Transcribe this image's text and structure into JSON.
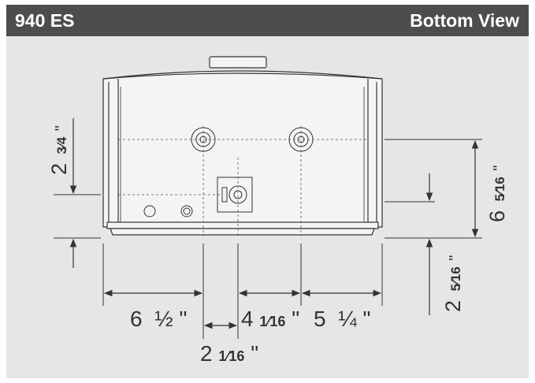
{
  "header": {
    "title": "940 ES",
    "view": "Bottom View"
  },
  "colors": {
    "header_bg": "#4d4d4d",
    "panel_bg": "#e6e6e6",
    "drawing_fill": "#f4f4f4",
    "line": "#333333"
  },
  "dimensions": {
    "vertical_left": {
      "whole": "2",
      "frac": "3⁄4",
      "unit": "\""
    },
    "vertical_right_top": {
      "whole": "6",
      "frac": "5⁄16",
      "unit": "\""
    },
    "vertical_right_bottom": {
      "whole": "2",
      "frac": "5⁄16",
      "unit": "\""
    },
    "horizontal_1": {
      "whole": "6",
      "frac": "½",
      "unit": "\""
    },
    "horizontal_2": {
      "whole": "4",
      "frac": "1⁄16",
      "unit": "\""
    },
    "horizontal_3": {
      "whole": "5",
      "frac": "¼",
      "unit": "\""
    },
    "horizontal_4": {
      "whole": "2",
      "frac": "1⁄16",
      "unit": "\""
    }
  }
}
